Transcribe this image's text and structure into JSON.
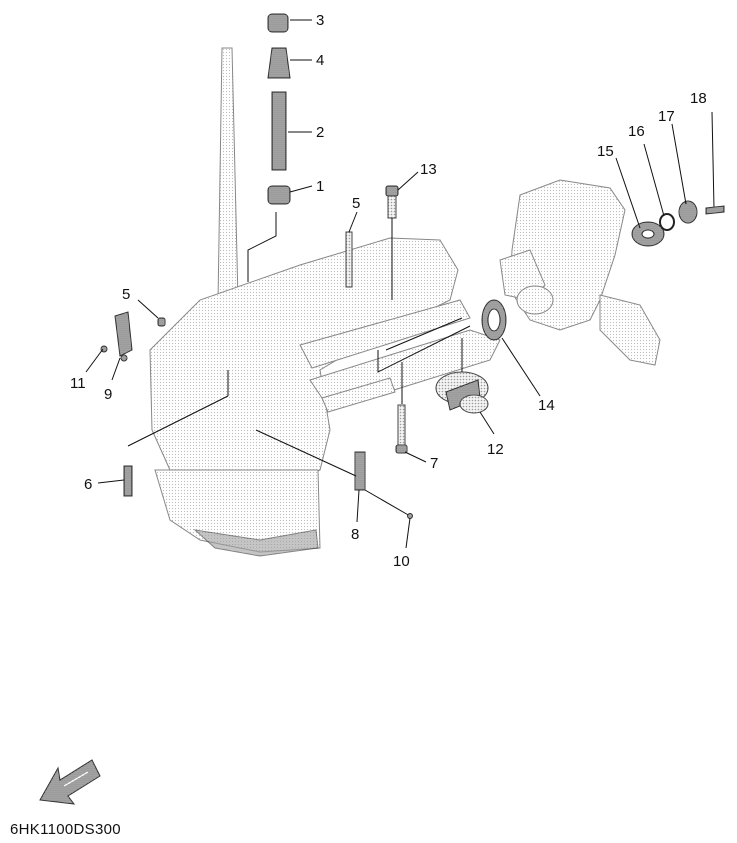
{
  "diagram_code": "6HK1100DS300",
  "callouts": [
    {
      "id": "c1",
      "text": "1"
    },
    {
      "id": "c2",
      "text": "2"
    },
    {
      "id": "c3",
      "text": "3"
    },
    {
      "id": "c4",
      "text": "4"
    },
    {
      "id": "c5a",
      "text": "5"
    },
    {
      "id": "c5b",
      "text": "5"
    },
    {
      "id": "c6",
      "text": "6"
    },
    {
      "id": "c7",
      "text": "7"
    },
    {
      "id": "c8",
      "text": "8"
    },
    {
      "id": "c9",
      "text": "9"
    },
    {
      "id": "c10",
      "text": "10"
    },
    {
      "id": "c11",
      "text": "11"
    },
    {
      "id": "c12",
      "text": "12"
    },
    {
      "id": "c13",
      "text": "13"
    },
    {
      "id": "c14",
      "text": "14"
    },
    {
      "id": "c15",
      "text": "15"
    },
    {
      "id": "c16",
      "text": "16"
    },
    {
      "id": "c17",
      "text": "17"
    },
    {
      "id": "c18",
      "text": "18"
    }
  ],
  "icons": {
    "front_arrow": "front-direction-arrow-icon"
  }
}
